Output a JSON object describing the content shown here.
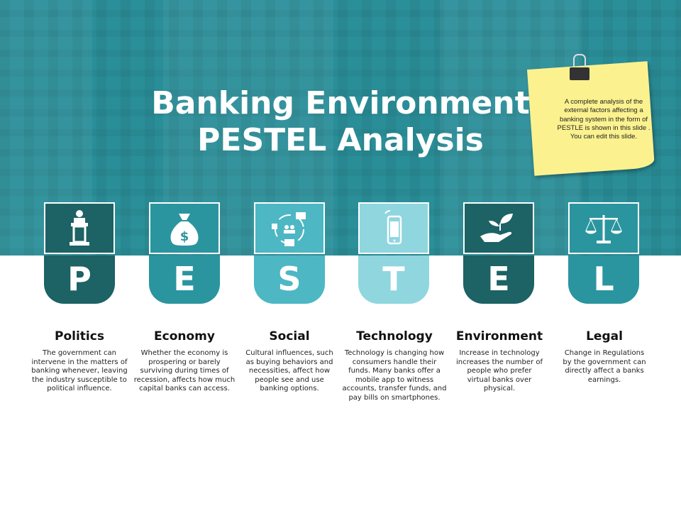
{
  "title": {
    "line1": "Banking Environment",
    "line2": "PESTEL Analysis"
  },
  "note": {
    "text": "A complete analysis of the external factors affecting a banking system in the form of PESTLE  is shown in this slide . You can edit this slide."
  },
  "colors": {
    "hero": "#2a8e98",
    "dark": "#1d6264",
    "mid": "#2a959f",
    "light": "#4db7c4",
    "pale": "#8fd6df",
    "note": "#fbf28f"
  },
  "items": [
    {
      "letter": "P",
      "icon": "podium-speaker-icon",
      "color": "#1d6264",
      "title": "Politics",
      "text": "The government can intervene in the matters of banking whenever, leaving the industry susceptible to political influence."
    },
    {
      "letter": "E",
      "icon": "money-bag-icon",
      "color": "#2a959f",
      "title": "Economy",
      "text": "Whether the economy is prospering or barely surviving during times of recession, affects how much capital banks can access."
    },
    {
      "letter": "S",
      "icon": "social-network-icon",
      "color": "#4db7c4",
      "title": "Social",
      "text": "Cultural influences, such as buying behaviors and necessities, affect how people see and use banking options."
    },
    {
      "letter": "T",
      "icon": "smartphone-icon",
      "color": "#8fd6df",
      "title": "Technology",
      "text": "Technology is changing how consumers handle their funds. Many banks offer a mobile  app to witness accounts, transfer funds, and pay bills  on smartphones."
    },
    {
      "letter": "E",
      "icon": "hand-plant-icon",
      "color": "#1d6264",
      "title": "Environment",
      "text": "Increase in  technology increases the number of people who prefer virtual banks over physical."
    },
    {
      "letter": "L",
      "icon": "scales-icon",
      "color": "#2a959f",
      "title": "Legal",
      "text": "Change in Regulations by the government can directly affect a banks earnings."
    }
  ]
}
